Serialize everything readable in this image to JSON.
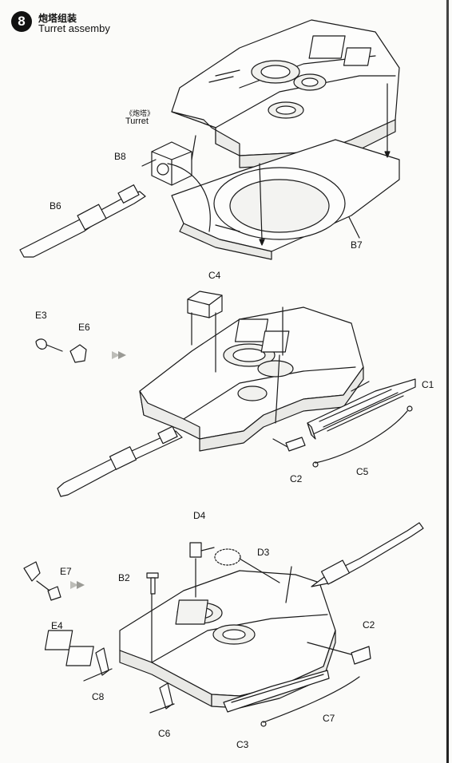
{
  "header": {
    "step_number": "8",
    "title_cn": "炮塔组装",
    "title_en": "Turret assemby"
  },
  "turret_label": {
    "cn": "《炮塔》",
    "en": "Turret"
  },
  "parts": {
    "B8": "B8",
    "B6": "B6",
    "B7": "B7",
    "C4": "C4",
    "E3": "E3",
    "E6": "E6",
    "C1": "C1",
    "C2a": "C2",
    "C5": "C5",
    "D4": "D4",
    "D3": "D3",
    "E7": "E7",
    "B2": "B2",
    "E4": "E4",
    "C2b": "C2",
    "C8": "C8",
    "C6": "C6",
    "C3": "C3",
    "C7": "C7"
  },
  "colors": {
    "line": "#1a1a1a",
    "paper": "#fbfbf9",
    "shade": "#e9e9e6"
  }
}
